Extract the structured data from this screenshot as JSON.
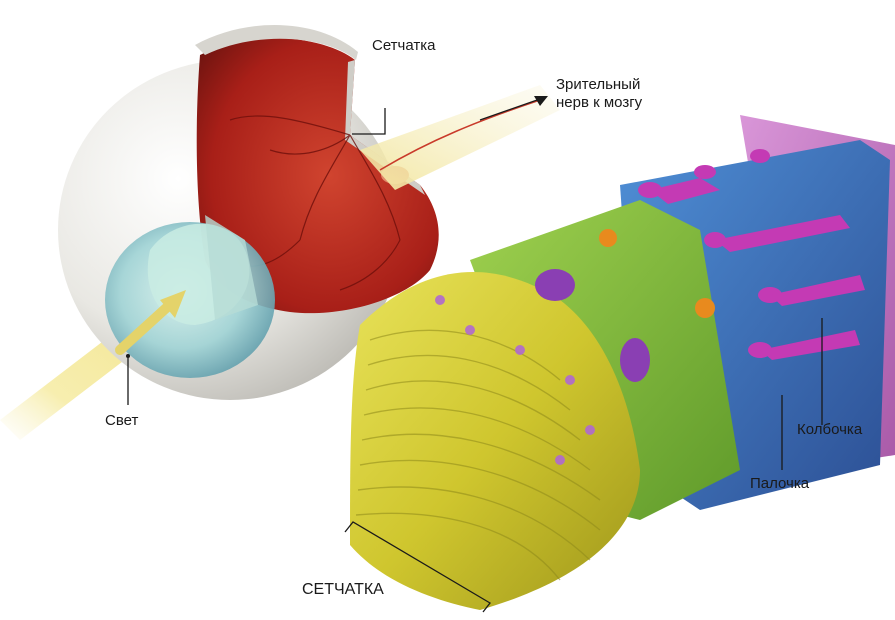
{
  "labels": {
    "retina_top": "Сетчатка",
    "optic_nerve": "Зрительный\nнерв к мозгу",
    "light": "Свет",
    "cone": "Колбочка",
    "rod": "Палочка",
    "retina_bottom": "СЕТЧАТКА"
  },
  "colors": {
    "sclera": "#ecebe6",
    "retina_red": "#b8231a",
    "lens_blue": "#8fc6cc",
    "light_beam": "#f5eaa0",
    "ganglion_yellow": "#d9d23a",
    "bipolar_green": "#7cb33a",
    "rod_blue": "#3c6fb8",
    "cone_magenta": "#c43ab4",
    "pigment_pink": "#c67fc7",
    "nucleus_orange": "#e88a1e"
  }
}
